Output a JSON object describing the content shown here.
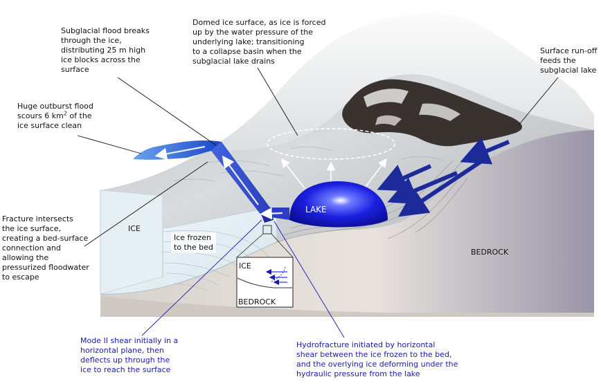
{
  "annotations": {
    "flood_breaks": "Subglacial flood breaks\nthrough the ice,\ndistributing 25 m high\nice blocks across the\nsurface",
    "domed_surface": "Domed ice surface, as ice is forced\nup by the water pressure of the\nunderlying lake; transitioning\nto a collapse basin when the\nsubglacial lake drains",
    "runoff": "Surface run-off\nfeeds the\nsubglacial lake",
    "outburst_line1": "Huge outburst flood",
    "outburst_line2_pre": "scours 6 km",
    "outburst_sup": "2",
    "outburst_line2_post": " of the",
    "outburst_line3": "ice surface clean",
    "fracture": "Fracture intersects\nthe ice surface,\ncreating a bed-surface\nconnection and\nallowing the\npressurized floodwater\nto escape",
    "mode2": "Mode II shear initially in a\nhorizontal plane, then\ndeflects up through the\nice to reach the surface",
    "hydrofracture": "Hydrofracture initiated by horizontal\nshear between the ice frozen to the bed,\nand the overlying ice deforming under the\nhydraulic pressure from the lake"
  },
  "labels": {
    "lake": "LAKE",
    "ice": "ICE",
    "bedrock": "BEDROCK",
    "frozen": "Ice frozen\nto the bed",
    "inset_ice": "ICE",
    "inset_bedrock": "BEDROCK"
  },
  "colors": {
    "annotation_text": "#111111",
    "blue_annotation_text": "#1a1aa8",
    "lake_blue": "#1818c8",
    "bedrock_gray": "#c9c4c0",
    "ice_face": "#eaf3f6",
    "flood_blue": "#2c5fd6"
  }
}
